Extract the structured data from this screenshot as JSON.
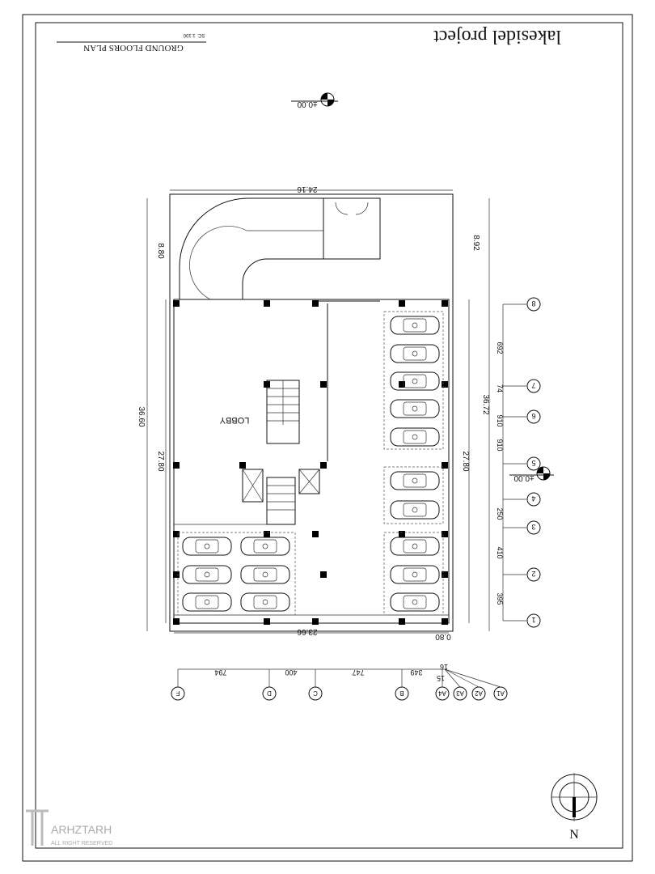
{
  "title": "lakesidel project",
  "plan_title": "GROUND FLOORS PLAN",
  "scale": "SC. 1:100",
  "level_marks": [
    "±0.00",
    "±0.00"
  ],
  "room_label": "LOBBY",
  "dimensions": {
    "top_width": "24.16",
    "bottom_width": "23.66",
    "bottom_offset": "0.80",
    "left_total": "36.60",
    "left_top": "8.80",
    "left_main": "27.80",
    "right_total": "36.72",
    "right_top": "8.92",
    "right_main": "27.80"
  },
  "row_axes": {
    "labels": [
      "8",
      "7",
      "6",
      "5",
      "4",
      "3",
      "2",
      "1"
    ],
    "spacings": [
      "692",
      "74",
      "910",
      "910",
      "250",
      "410",
      "395"
    ]
  },
  "column_axes": {
    "labels": [
      "F",
      "D",
      "C",
      "B",
      "A4",
      "A3",
      "A2",
      "A1"
    ],
    "spacings": [
      "794",
      "400",
      "747",
      "349",
      "15",
      "16"
    ]
  },
  "north_label": "N",
  "logo": {
    "name": "ARHZTARH",
    "tagline": "ALL RIGHT RESERVED"
  }
}
